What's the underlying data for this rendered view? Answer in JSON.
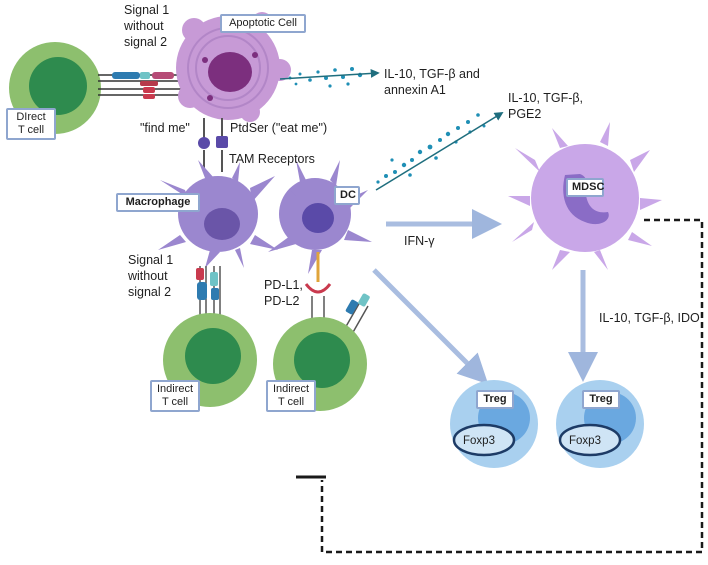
{
  "labels": {
    "signal_top": "Signal 1\nwithout\nsignal 2",
    "signal_left": "Signal 1\nwithout\nsignal 2",
    "apoptotic_cell": "Apoptotic  Cell",
    "direct_t_cell": "DIrect\nT cell",
    "il10_annexin": "IL-10, TGF-β and\nannexin A1",
    "il10_pge2": "IL-10, TGF-β,\nPGE2",
    "find_me": "\"find me\"",
    "eat_me": "PtdSer (\"eat me\")",
    "tam_receptors": "TAM Receptors",
    "macrophage": "Macrophage",
    "dc": "DC",
    "mdsc": "MDSC",
    "ifn_gamma": "IFN-γ",
    "pd_l": "PD-L1,\nPD-L2",
    "il10_ido": "IL-10, TGF-β, IDO",
    "indirect_t_cell_1": "Indirect\nT cell",
    "indirect_t_cell_2": "Indirect\nT cell",
    "treg_1": "Treg",
    "treg_2": "Treg",
    "foxp3_1": "Foxp3",
    "foxp3_2": "Foxp3"
  },
  "colors": {
    "t_cell_outer": "#8dbf6e",
    "t_cell_inner": "#2e8b4e",
    "apoptotic": "#c79ad6",
    "macrophage": "#9b87cf",
    "dc": "#9b87cf",
    "mdsc": "#c9a7e8",
    "treg_outer": "#a9d0ef",
    "treg_inner": "#6aa8e0",
    "arrow": "#a9bde0",
    "label_border": "#8fa6cf",
    "secretion": "#1f8fb5"
  }
}
